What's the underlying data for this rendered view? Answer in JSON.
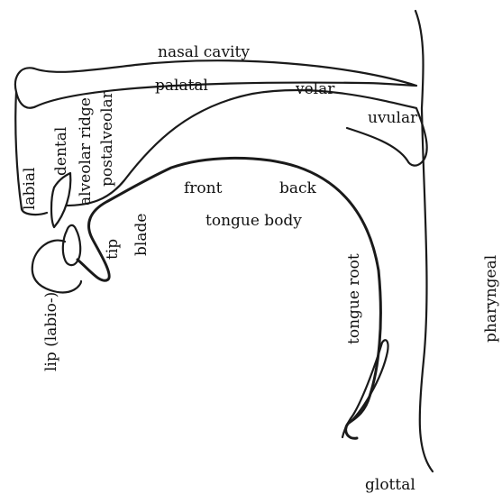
{
  "labels": {
    "nasal_cavity": "nasal cavity",
    "palatal": "palatal",
    "velar": "velar",
    "uvular": "uvular",
    "labial": "labial",
    "dental": "dental",
    "alveolar_ridge": "alveolar ridge",
    "postalveolar": "postalveolar",
    "front": "front",
    "back": "back",
    "tongue_body": "tongue body",
    "tip": "tip",
    "blade": "blade",
    "lip_labio": "lip (labio-)",
    "tongue_root": "tongue root",
    "pharyngeal": "pharyngeal",
    "glottal": "glottal"
  },
  "colors": {
    "stroke": "#1a1a1a",
    "text": "#111111",
    "background": "#ffffff"
  }
}
